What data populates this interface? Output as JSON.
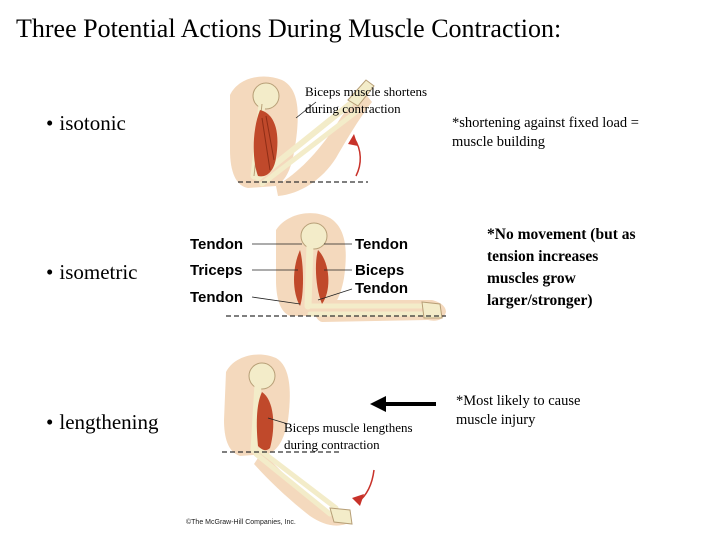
{
  "title": "Three Potential Actions During Muscle Contraction:",
  "bullets": {
    "isotonic": "isotonic",
    "isometric": "isometric",
    "lengthening": "lengthening"
  },
  "captions": {
    "biceps_shortens": "Biceps muscle shortens during contraction",
    "biceps_lengthens": "Biceps muscle lengthens during contraction"
  },
  "labels": {
    "tendon_left_top": "Tendon",
    "triceps": "Triceps",
    "tendon_left_bottom": "Tendon",
    "tendon_right_top": "Tendon",
    "biceps": "Biceps",
    "tendon_right_bottom": "Tendon"
  },
  "notes": {
    "isotonic": "*shortening against fixed load = muscle building",
    "isometric": "*No movement (but as tension increases muscles grow larger/stronger)",
    "lengthening": "*Most likely to cause muscle injury"
  },
  "credit": "©The McGraw-Hill Companies, Inc.",
  "colors": {
    "skin": "#f4d9bd",
    "muscle": "#c0492b",
    "bone": "#f3ecc9",
    "arrow": "#c8322a"
  }
}
